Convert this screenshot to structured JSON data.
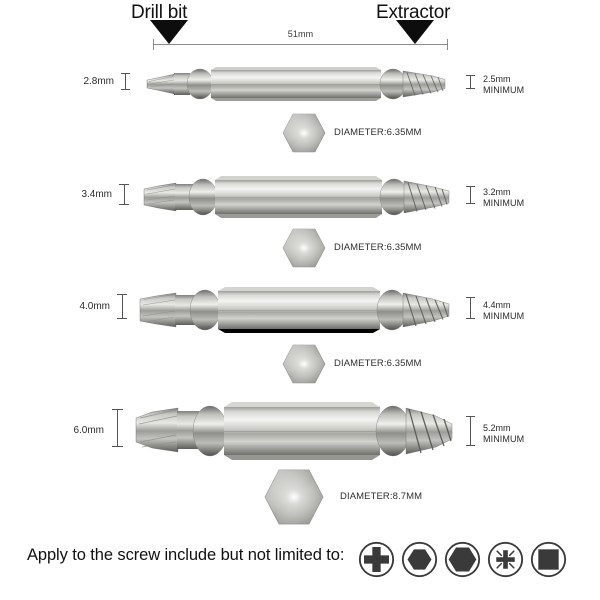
{
  "header": {
    "drill_label": "Drill bit",
    "extractor_label": "Extractor",
    "drill_arrow_icon": "triangle-down-icon",
    "extractor_arrow_icon": "triangle-down-icon",
    "length_dimension": "51mm"
  },
  "rows": [
    {
      "left_size": "2.8mm",
      "right_size": "2.5mm",
      "right_qualifier": "MINIMUM",
      "hex_diameter_label": "DIAMETER:6.35MM"
    },
    {
      "left_size": "3.4mm",
      "right_size": "3.2mm",
      "right_qualifier": "MINIMUM",
      "hex_diameter_label": "DIAMETER:6.35MM"
    },
    {
      "left_size": "4.0mm",
      "right_size": "4.4mm",
      "right_qualifier": "MINIMUM",
      "hex_diameter_label": "DIAMETER:6.35MM"
    },
    {
      "left_size": "6.0mm",
      "right_size": "5.2mm",
      "right_qualifier": "MINIMUM",
      "hex_diameter_label": "DIAMETER:8.7MM"
    }
  ],
  "footer": {
    "text": "Apply to the screw include but not limited to:",
    "icons": [
      "phillips-screw-icon",
      "hex-socket-screw-icon",
      "hex-head-screw-icon",
      "pozidriv-screw-icon",
      "square-socket-screw-icon"
    ]
  },
  "colors": {
    "arrow": "#0d0d0d",
    "dimension_line": "#8b8b8b",
    "metal_light": "#f2f2f0",
    "metal_mid": "#b9b9b4",
    "metal_dark": "#6e6e6a",
    "text": "#111111",
    "icon_dark": "#3a3a3a"
  }
}
